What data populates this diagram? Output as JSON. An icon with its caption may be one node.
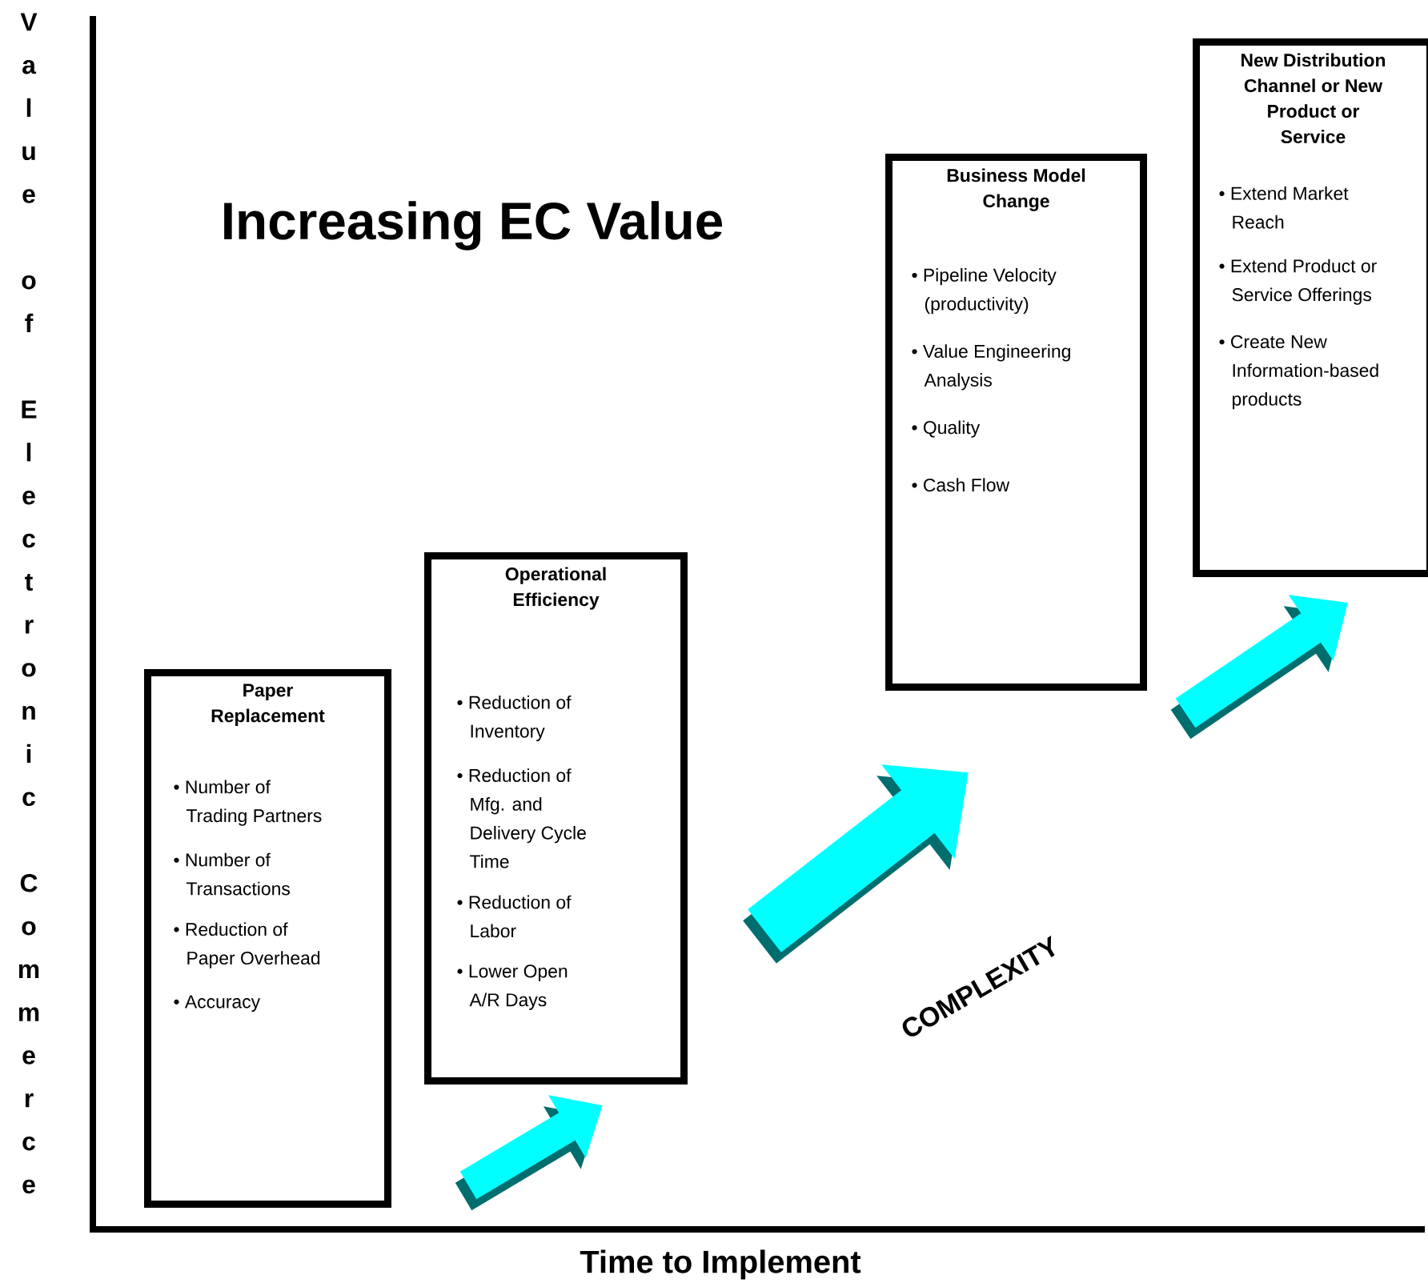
{
  "diagram": {
    "title": "Increasing EC Value",
    "nodes": [
      {
        "text": [
          "Paper Replacement",
          "• Number of Trading Partners",
          "• Number of Transactions",
          "• Reduction of Paper Overhead",
          "• Accuracy"
        ]
      },
      {
        "text": [
          "Operational Efficiency",
          "• Reduction of Inventory",
          "• Reduction of Mfg. and Delivery Cycle Time",
          "• Reduction of Labor",
          "• Lower Open A/R Days"
        ]
      },
      {
        "text": [
          "Business Model Change",
          "• Pipeline Velocity (productivity)",
          "• Value Engineering Analysis",
          "• Quality",
          "• Cash Flow"
        ]
      },
      {
        "text": [
          "New Distribution Channel or New Product or Service",
          "• Extend Market Reach",
          "• Extend Product or Service Offerings",
          "• Create New Information-based products"
        ]
      }
    ],
    "edges": [
      {
        "from": 0,
        "to": 1,
        "arrow": "to",
        "color": "#00ffff"
      },
      {
        "from": 1,
        "to": 2,
        "arrow": "to",
        "color": "#00ffff"
      },
      {
        "from": 2,
        "to": 3,
        "arrow": "to",
        "color": "#00ffff"
      }
    ],
    "labels": [
      "Value of Electronic Commerce",
      "Time to Implement",
      "COMPLEXITY"
    ]
  }
}
